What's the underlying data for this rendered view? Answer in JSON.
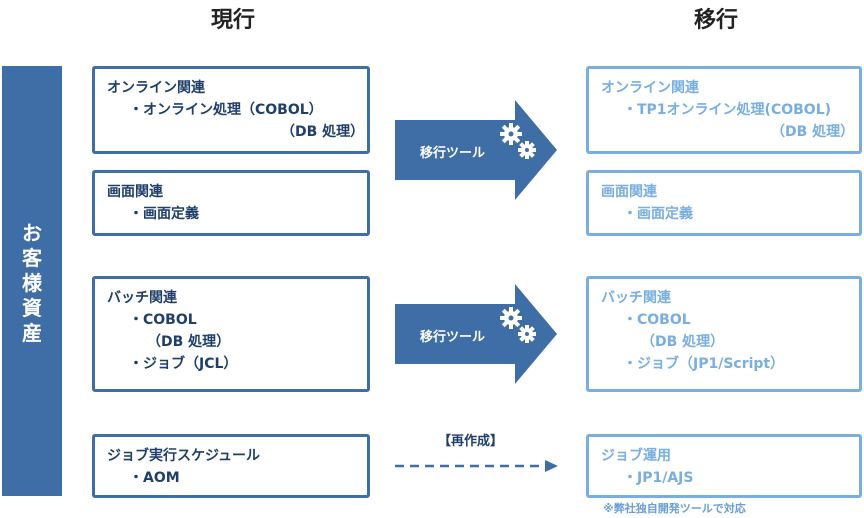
{
  "headers": {
    "current": "現行",
    "migration": "移行"
  },
  "side_label_chars": [
    "お",
    "客",
    "様",
    "資",
    "産"
  ],
  "current": {
    "online": {
      "title": "オンライン関連",
      "item": "・オンライン処理（COBOL）",
      "sub": "（DB 処理）"
    },
    "screen": {
      "title": "画面関連",
      "item": "・画面定義"
    },
    "batch": {
      "title": "バッチ関連",
      "item1": "・COBOL",
      "item1_sub": "（DB 処理）",
      "item2": "・ジョブ（JCL）"
    },
    "job": {
      "title": "ジョブ実行スケジュール",
      "item": "・AOM"
    }
  },
  "migrated": {
    "online": {
      "title": "オンライン関連",
      "item": "・TP1オンライン処理(COBOL)",
      "sub": "（DB 処理）"
    },
    "screen": {
      "title": "画面関連",
      "item": "・画面定義"
    },
    "batch": {
      "title": "バッチ関連",
      "item1": "・COBOL",
      "item1_sub": "（DB 処理）",
      "item2": "・ジョブ（JP1/Script）"
    },
    "job": {
      "title": "ジョブ運用",
      "item": "・JP1/AJS"
    }
  },
  "arrows": {
    "tool_label_1": "移行ツール",
    "tool_label_2": "移行ツール",
    "remake_label": "【再作成】"
  },
  "footnote": "※弊社独自開発ツールで対応",
  "colors": {
    "dark_blue": "#3f6ea6",
    "light_blue": "#78aee0"
  },
  "icons": [
    "gears-icon",
    "gears-icon"
  ]
}
